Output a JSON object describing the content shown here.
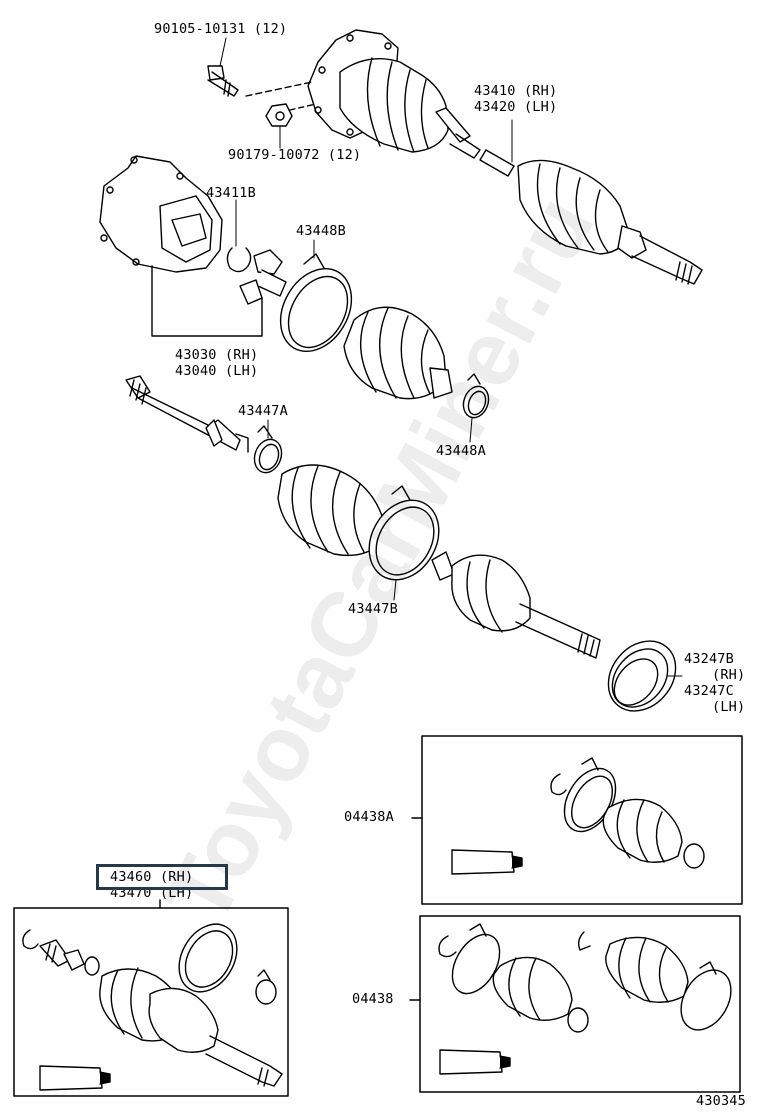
{
  "labels": {
    "bolt": "90105-10131 (12)",
    "nut": "90179-10072 (12)",
    "shaft_rh": "43410 (RH)",
    "shaft_lh": "43420 (LH)",
    "snap_ring": "43411B",
    "clamp_448b": "43448B",
    "joint_rh": "43030 (RH)",
    "joint_lh": "43040 (LH)",
    "clamp_447a": "43447A",
    "clamp_448a": "43448A",
    "clamp_447b": "43447B",
    "dust_b": "43247B",
    "dust_b_side": "(RH)",
    "dust_c": "43247C",
    "dust_c_side": "(LH)",
    "kit_a": "04438A",
    "kit": "04438",
    "outboard_rh": "43460 (RH)",
    "outboard_lh": "43470 (LH)",
    "diagram_no": "430345"
  },
  "watermark": "ToyotaCarMiner.ru"
}
